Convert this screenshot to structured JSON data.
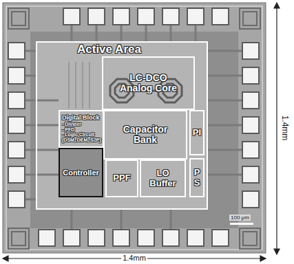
{
  "diagram": {
    "nodes": [
      {
        "text": [
          "Active Area"
        ]
      },
      {
        "text": [
          "LC-DCO Analog Core"
        ],
        "in": 0
      },
      {
        "text": [
          "Digital Block",
          "- Divider",
          "- PFD",
          "- Logic Circuit (DSM, DEM, S2P)"
        ],
        "in": 0
      },
      {
        "text": [
          "Capacitor Bank"
        ],
        "in": 0
      },
      {
        "text": [
          "Controller"
        ],
        "in": 0
      },
      {
        "text": [
          "PPF"
        ],
        "in": 0
      },
      {
        "text": [
          "LO Buffer"
        ],
        "in": 0
      },
      {
        "text": [
          "PI"
        ],
        "in": 0
      },
      {
        "text": [
          "PS"
        ],
        "in": 0
      }
    ],
    "labels": [
      "100 μm",
      "1.4mm",
      "1.4mm"
    ]
  }
}
